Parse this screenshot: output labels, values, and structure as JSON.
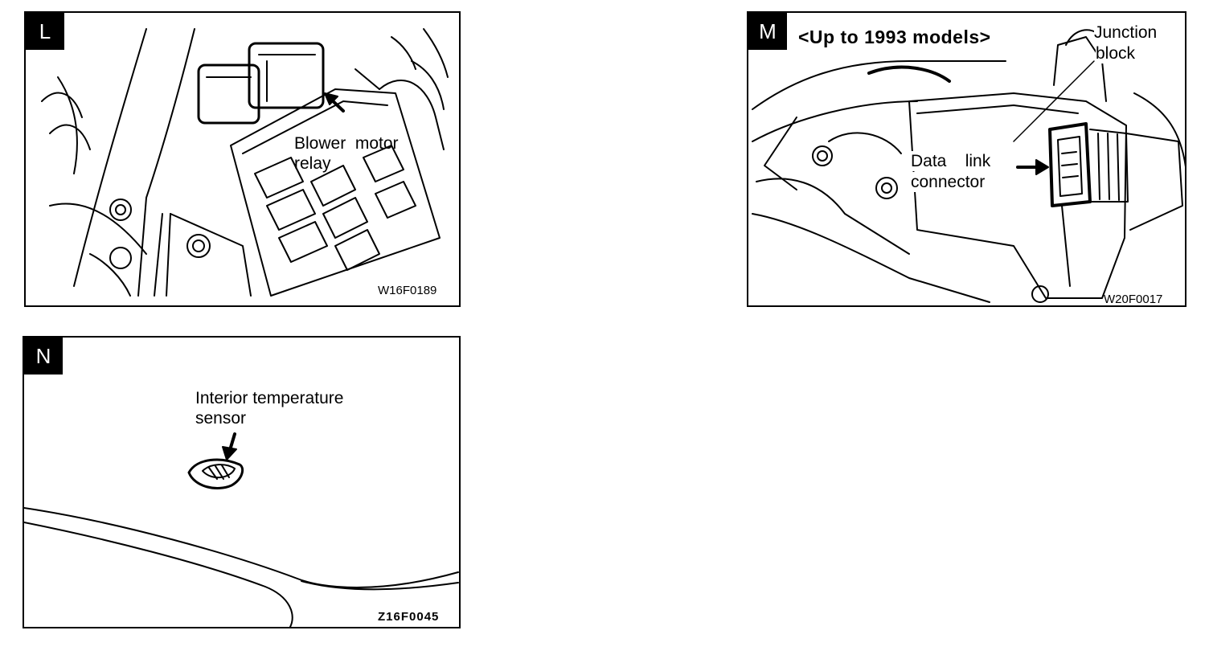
{
  "panels": {
    "L": {
      "badge": "L",
      "label_line1": "Blower  motor",
      "label_line2": "relay",
      "code": "W16F0189"
    },
    "M": {
      "badge": "M",
      "headline": "<Up to 1993 models>",
      "junction_line1": "Junction",
      "junction_line2": "block",
      "dlc_line1": "Data    link",
      "dlc_line2": "connector",
      "code": "W20F0017"
    },
    "N": {
      "badge": "N",
      "label_line1": "Interior temperature",
      "label_line2": "sensor",
      "code": "Z16F0045"
    }
  },
  "colors": {
    "ink": "#000000",
    "paper": "#ffffff"
  }
}
